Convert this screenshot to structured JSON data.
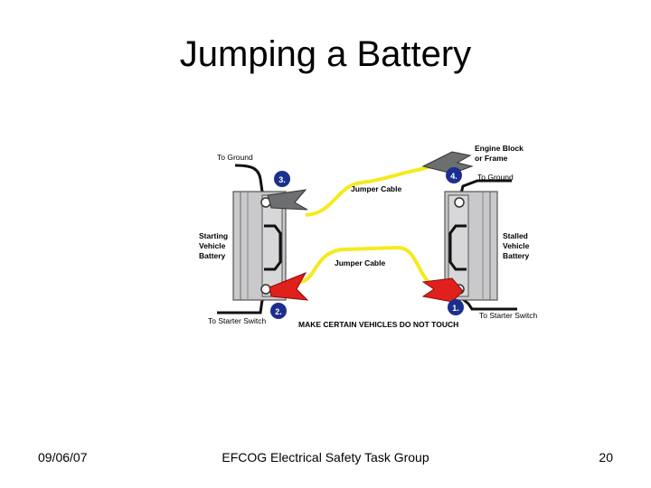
{
  "slide": {
    "title": "Jumping a Battery",
    "footer": {
      "date": "09/06/07",
      "organization": "EFCOG Electrical Safety Task Group",
      "page_number": "20"
    }
  },
  "diagram": {
    "labels": {
      "to_ground_left": "To Ground",
      "to_ground_right": "To Ground",
      "engine_block_line1": "Engine Block",
      "engine_block_line2": "or Frame",
      "jumper_cable_top": "Jumper Cable",
      "jumper_cable_bottom": "Jumper Cable",
      "starting_battery_line1": "Starting",
      "starting_battery_line2": "Vehicle",
      "starting_battery_line3": "Battery",
      "stalled_battery_line1": "Stalled",
      "stalled_battery_line2": "Vehicle",
      "stalled_battery_line3": "Battery",
      "to_starter_left": "To Starter Switch",
      "to_starter_right": "To Starter Switch",
      "warning": "MAKE CERTAIN VEHICLES DO NOT TOUCH"
    },
    "steps": [
      "1.",
      "2.",
      "3.",
      "4."
    ],
    "colors": {
      "cable": "#f5ea1e",
      "positive_clamp": "#e0201b",
      "negative_clamp": "#6d6e70",
      "battery": "#c9c9cb",
      "step_badge": "#1c2f8f"
    }
  }
}
